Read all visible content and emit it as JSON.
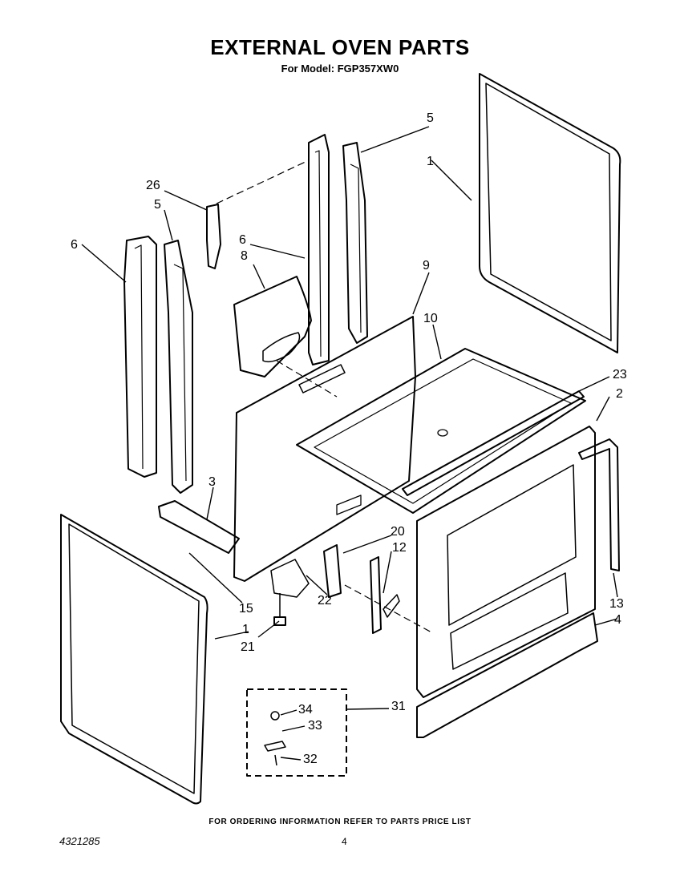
{
  "title": "EXTERNAL OVEN PARTS",
  "subtitle": "For Model: FGP357XW0",
  "footer_text": "FOR ORDERING INFORMATION REFER TO PARTS PRICE LIST",
  "document_number": "4321285",
  "page_number": "4",
  "callouts": {
    "c1a": "1",
    "c5a": "5",
    "c26": "26",
    "c5b": "5",
    "c6a": "6",
    "c6b": "6",
    "c8": "8",
    "c9": "9",
    "c10": "10",
    "c23": "23",
    "c2": "2",
    "c3": "3",
    "c20": "20",
    "c12": "12",
    "c13": "13",
    "c4": "4",
    "c15": "15",
    "c1b": "1",
    "c21": "21",
    "c22": "22",
    "c31": "31",
    "c34": "34",
    "c33": "33",
    "c32": "32"
  }
}
